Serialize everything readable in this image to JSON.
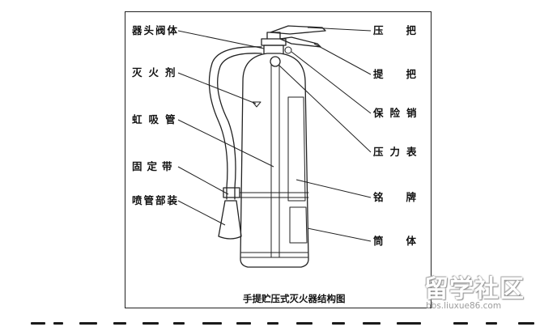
{
  "labels_left": {
    "valve_head": "器头阀体",
    "extinguishing_agent": "灭火剂",
    "siphon_tube": "虹吸管",
    "fixing_strap": "固定带",
    "nozzle_assembly": "喷管部装"
  },
  "labels_right": {
    "pressure_handle": "压把",
    "carry_handle": "提把",
    "safety_pin": "保险销",
    "pressure_gauge": "压力表",
    "nameplate": "铭牌",
    "cylinder": "筒体"
  },
  "caption": "手提贮压式灭火器结构图",
  "watermark": {
    "logo_text": "留学社区",
    "url": "bbs.liuxue86.com"
  }
}
